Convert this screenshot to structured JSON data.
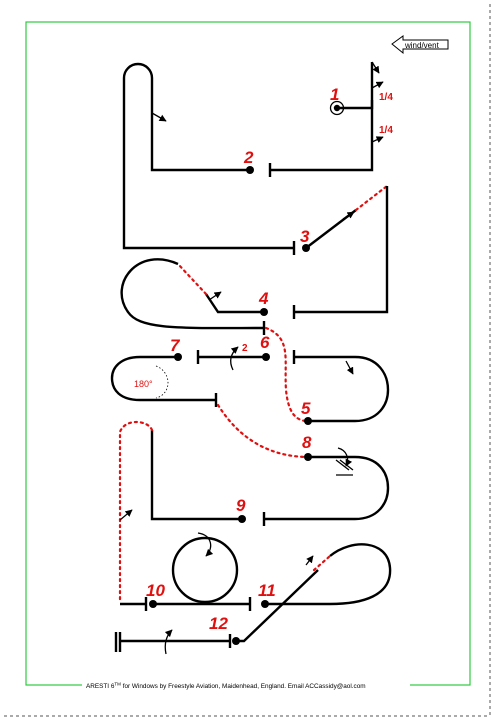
{
  "sheet": {
    "frame_color": "#2ecc40",
    "ink_color": "#000000",
    "accent_color": "#e01010"
  },
  "wind": {
    "label": "wind/vent"
  },
  "figures": [
    {
      "number": "1"
    },
    {
      "number": "2"
    },
    {
      "number": "3"
    },
    {
      "number": "4"
    },
    {
      "number": "5"
    },
    {
      "number": "6"
    },
    {
      "number": "7"
    },
    {
      "number": "8"
    },
    {
      "number": "9"
    },
    {
      "number": "10"
    },
    {
      "number": "11"
    },
    {
      "number": "12"
    }
  ],
  "annotations": {
    "quarter_roll_top": "1/4",
    "quarter_roll_bottom": "1/4",
    "roll_count": "2",
    "half_turn_angle": "180°"
  },
  "footer": {
    "prefix": "ARESTI 6",
    "superscript": "TM",
    "text": " for Windows by Freestyle Aviation, Maidenhead, England.   Email ACCassidy@aol.com"
  }
}
